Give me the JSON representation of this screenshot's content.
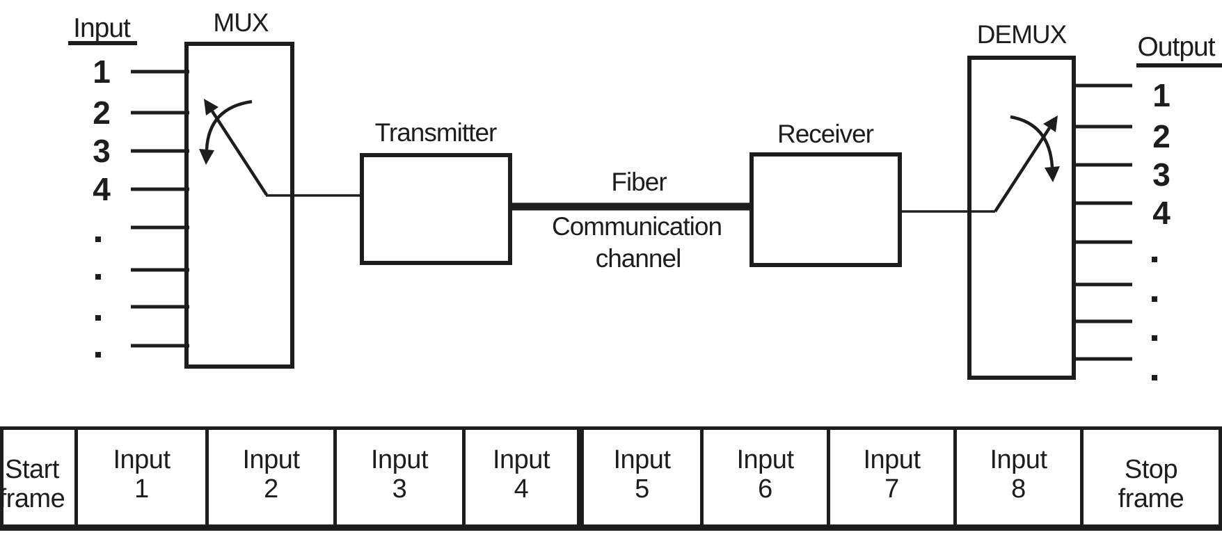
{
  "diagram": {
    "input_heading": "Input",
    "output_heading": "Output",
    "mux_label": "MUX",
    "demux_label": "DEMUX",
    "transmitter_label": "Transmitter",
    "receiver_label": "Receiver",
    "fiber_label": "Fiber",
    "channel_label_line1": "Communication",
    "channel_label_line2": "channel",
    "input_line_labels": [
      "1",
      "2",
      "3",
      "4"
    ],
    "output_line_labels": [
      "1",
      "2",
      "3",
      "4"
    ],
    "ink_color": "#1d1d1d"
  },
  "frame_sequence": {
    "cells": [
      {
        "line1": "Start",
        "line2": "frame"
      },
      {
        "line1": "Input",
        "line2": "1"
      },
      {
        "line1": "Input",
        "line2": "2"
      },
      {
        "line1": "Input",
        "line2": "3"
      },
      {
        "line1": "Input",
        "line2": "4"
      },
      {
        "line1": "Input",
        "line2": "5"
      },
      {
        "line1": "Input",
        "line2": "6"
      },
      {
        "line1": "Input",
        "line2": "7"
      },
      {
        "line1": "Input",
        "line2": "8"
      },
      {
        "line1": "Stop",
        "line2": "frame"
      }
    ]
  }
}
